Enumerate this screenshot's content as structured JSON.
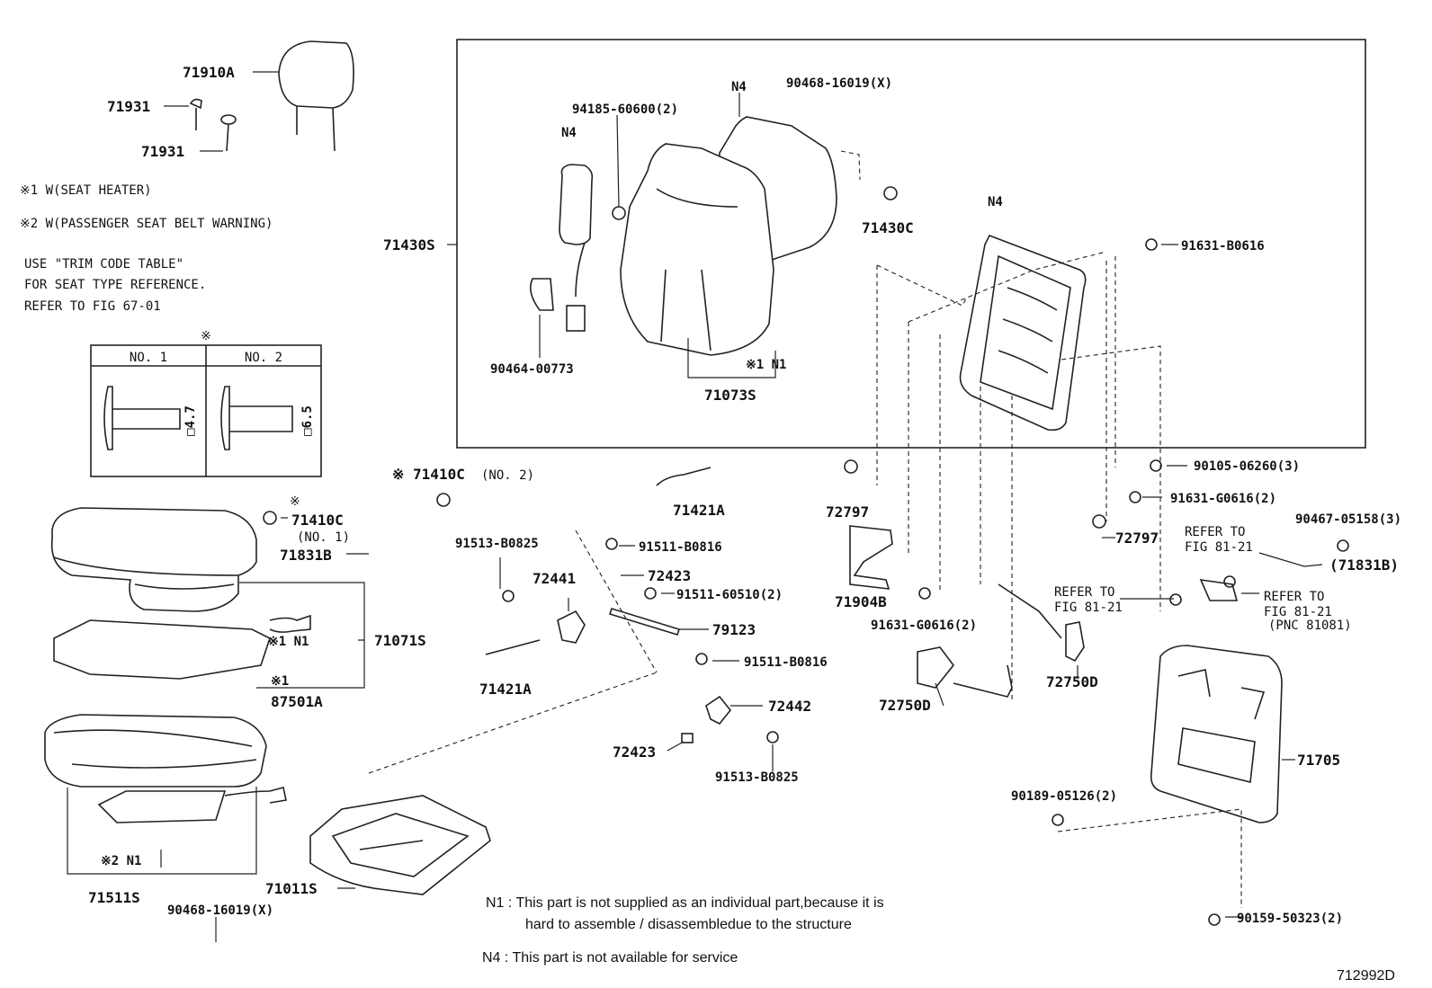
{
  "diagram_id": "712992D",
  "notes": {
    "heater": "※1 W(SEAT HEATER)",
    "belt_warning": "※2  W(PASSENGER SEAT BELT WARNING)",
    "trim_line1": "USE \"TRIM CODE TABLE\"",
    "trim_line2": "FOR SEAT TYPE REFERENCE.",
    "trim_line3": "REFER TO FIG 67-01"
  },
  "clip_table": {
    "mark": "※",
    "col1": "NO. 1",
    "col2": "NO. 2",
    "dim1": "□4.7",
    "dim2": "□6.5"
  },
  "footnotes": {
    "n1_line1": "N1 :  This part is not supplied as an individual part,because it is",
    "n1_line2": "hard to assemble / disassembledue to the structure",
    "n4": "N4 :  This part is not available for service"
  },
  "labels": {
    "p71910A": "71910A",
    "p71931a": "71931",
    "p71931b": "71931",
    "p71430S": "71430S",
    "n4_a": "N4",
    "n4_b": "N4",
    "n4_c": "N4",
    "p94185": "94185-60600(2)",
    "p90468top": "90468-16019(X)",
    "p71430C": "71430C",
    "p91631B": "91631-B0616",
    "p90464": "90464-00773",
    "m1n1_top": "※1 N1",
    "p71073S": "71073S",
    "p71410C_2": "※ 71410C",
    "p71410C_2sub": "(NO. 2)",
    "mark_7141": "※",
    "p71410C_1": "71410C",
    "p71410C_1sub": "(NO. 1)",
    "p71831B": "71831B",
    "p71421A_top": "71421A",
    "p72797a": "72797",
    "p90105": "90105-06260(3)",
    "p91631G_top": "91631-G0616(2)",
    "p72797b": "72797",
    "refer1_a": "REFER TO",
    "refer1_b": "FIG 81-21",
    "p90467": "90467-05158(3)",
    "p71831B_paren": "(71831B)",
    "p91513_top": "91513-B0825",
    "p91511_top": "91511-B0816",
    "p72441": "72441",
    "p72423_top": "72423",
    "p91511_60510": "91511-60510(2)",
    "p79123": "79123",
    "p71904B": "71904B",
    "p91631G_mid": "91631-G0616(2)",
    "refer2_a": "REFER TO",
    "refer2_b": "FIG 81-21",
    "refer3_a": "REFER TO",
    "refer3_b": "FIG 81-21",
    "refer3_c": "(PNC 81081)",
    "m1n1_mid": "※1 N1",
    "p71071S": "71071S",
    "m1_mid": "※1",
    "p87501A": "87501A",
    "p71421A_bot": "71421A",
    "p91511_bot": "91511-B0816",
    "p72442": "72442",
    "p72750D_a": "72750D",
    "p72750D_b": "72750D",
    "p72423_bot": "72423",
    "p91513_bot": "91513-B0825",
    "p71705": "71705",
    "p90189": "90189-05126(2)",
    "m2n1": "※2  N1",
    "p71511S": "71511S",
    "p90468bot": "90468-16019(X)",
    "p71011S": "71011S",
    "p90159": "90159-50323(2)"
  }
}
